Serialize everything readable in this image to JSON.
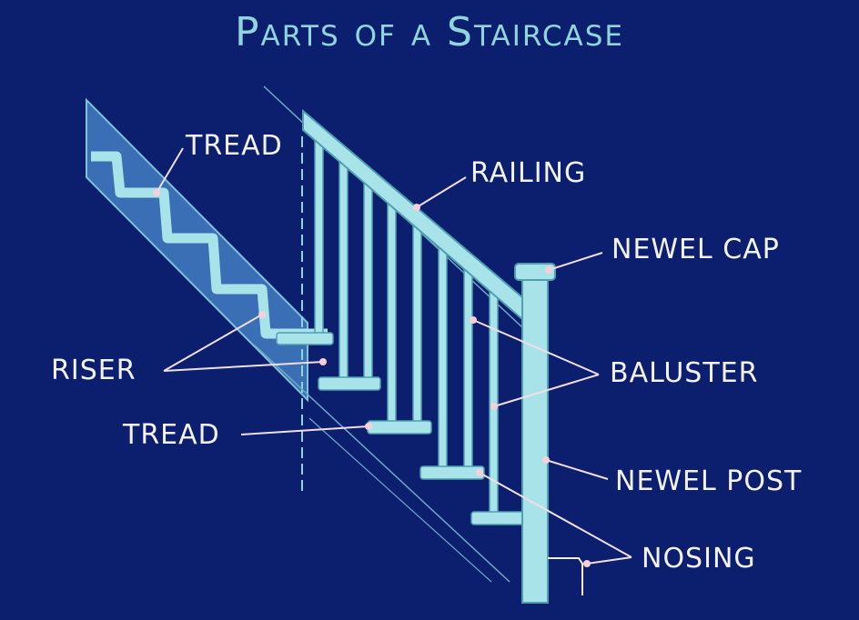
{
  "title": "Parts of a Staircase",
  "labels": {
    "tread_top": "TREAD",
    "railing": "RAILING",
    "newel_cap": "NEWEL CAP",
    "riser": "RISER",
    "baluster": "BALUSTER",
    "tread_bottom": "TREAD",
    "newel_post": "NEWEL POST",
    "nosing": "NOSING"
  },
  "colors": {
    "background": "#0b1f6e",
    "title": "#8fd6dc",
    "wood": "#a9e3ea",
    "wood_dark": "#4f9fb0",
    "stringer": "#3a6fb5",
    "leader": "#f1dde6",
    "dot": "#f7cfd8"
  }
}
